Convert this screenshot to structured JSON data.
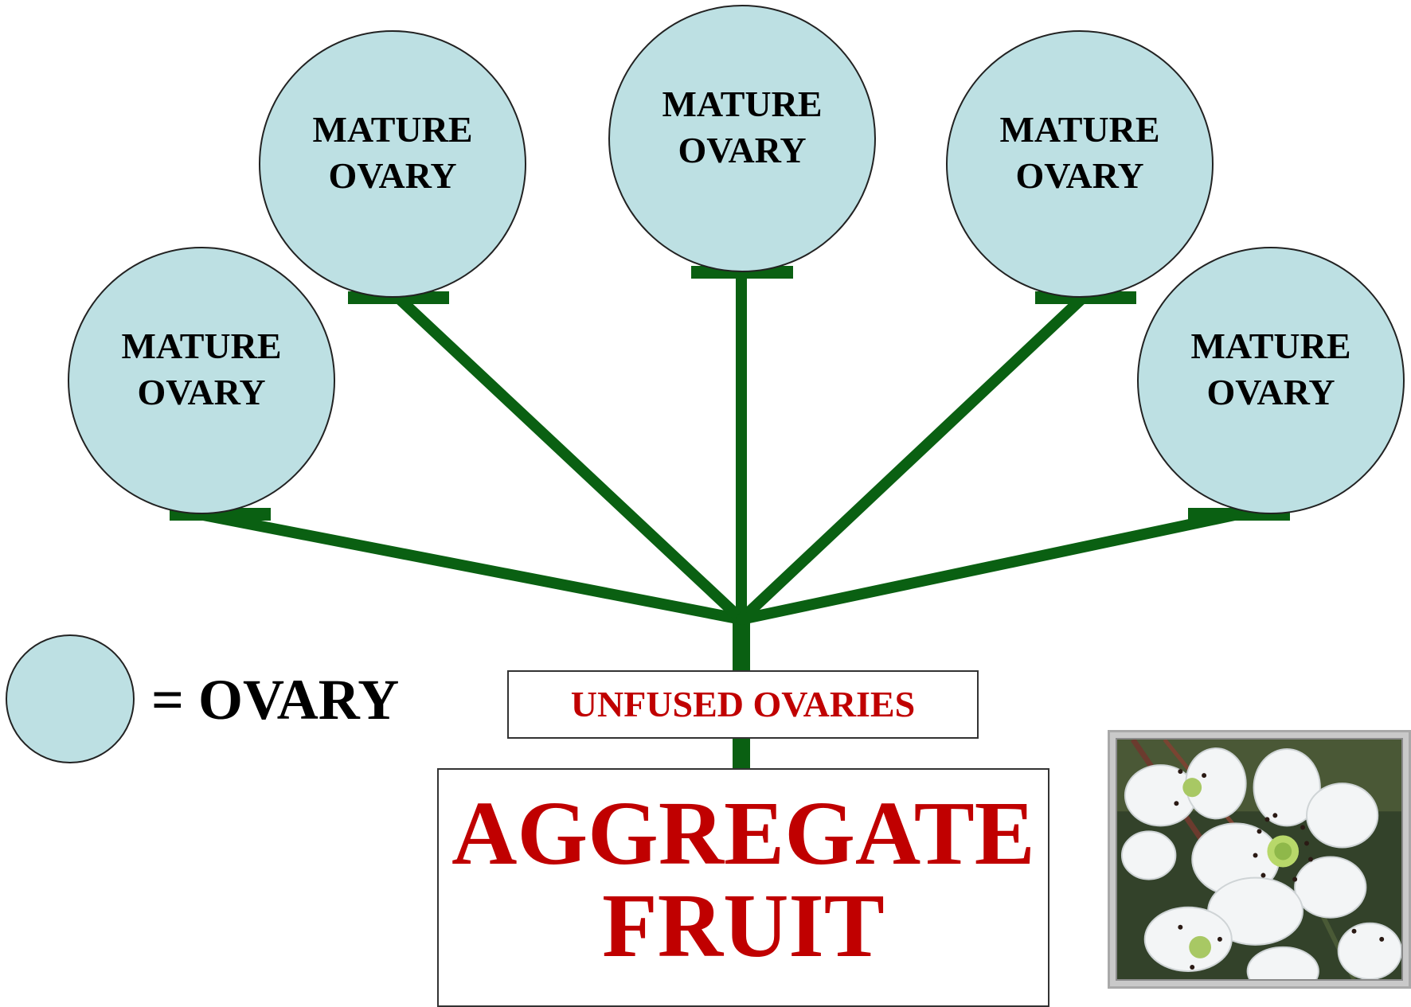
{
  "colors": {
    "ovary_fill": "#bde0e3",
    "stem": "#0a6012",
    "label_red": "#c00000",
    "text": "#000000"
  },
  "ovaries": [
    {
      "line1": "MATURE",
      "line2": "OVARY"
    },
    {
      "line1": "MATURE",
      "line2": "OVARY"
    },
    {
      "line1": "MATURE",
      "line2": "OVARY"
    },
    {
      "line1": "MATURE",
      "line2": "OVARY"
    },
    {
      "line1": "MATURE",
      "line2": "OVARY"
    }
  ],
  "legend": {
    "label": "= OVARY"
  },
  "unfused_label": "UNFUSED OVARIES",
  "result": {
    "line1": "AGGREGATE",
    "line2": "FRUIT"
  },
  "photo": {
    "subject": "white blackberry flowers"
  }
}
